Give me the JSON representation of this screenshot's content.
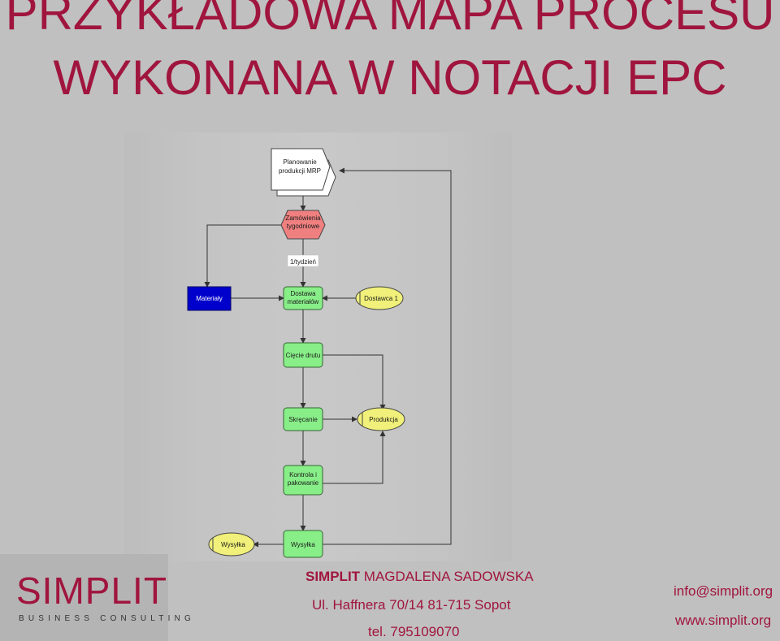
{
  "title": {
    "line1": "PRZYKŁADOWA MAPA PROCESU",
    "line2": "WYKONANA W NOTACJI EPC"
  },
  "diagram": {
    "nodes": {
      "planowanie_l1": "Planowanie",
      "planowanie_l2": "produkcji MRP",
      "zamowienia_l1": "Zamówienia",
      "zamowienia_l2": "tygodniowe",
      "frequency": "1/tydzień",
      "materialy": "Materiały",
      "dostawa_l1": "Dostawa",
      "dostawa_l2": "materiałów",
      "dostawca": "Dostawca 1",
      "ciecie": "Cięcie drutu",
      "skrecanie": "Skręcanie",
      "produkcja": "Produkcja",
      "kontrola_l1": "Kontrola i",
      "kontrola_l2": "pakowanie",
      "wysylka_org": "Wysyłka",
      "wysylka_fn": "Wysyłka"
    },
    "colors": {
      "function": "#88ee88",
      "event": "#f08080",
      "org_unit": "#f0f07a",
      "data_object": "#0000cc",
      "process_interface": "#ffffff"
    }
  },
  "footer": {
    "logo_word": "SIMPLIT",
    "logo_sub": "BUSINESS CONSULTING",
    "company_bold": "SIMPLIT",
    "company_name": " MAGDALENA SADOWSKA",
    "address": "Ul. Haffnera 70/14 81-715 Sopot",
    "phone": "tel. 795109070",
    "email": "info@simplit.org",
    "website": "www.simplit.org"
  }
}
